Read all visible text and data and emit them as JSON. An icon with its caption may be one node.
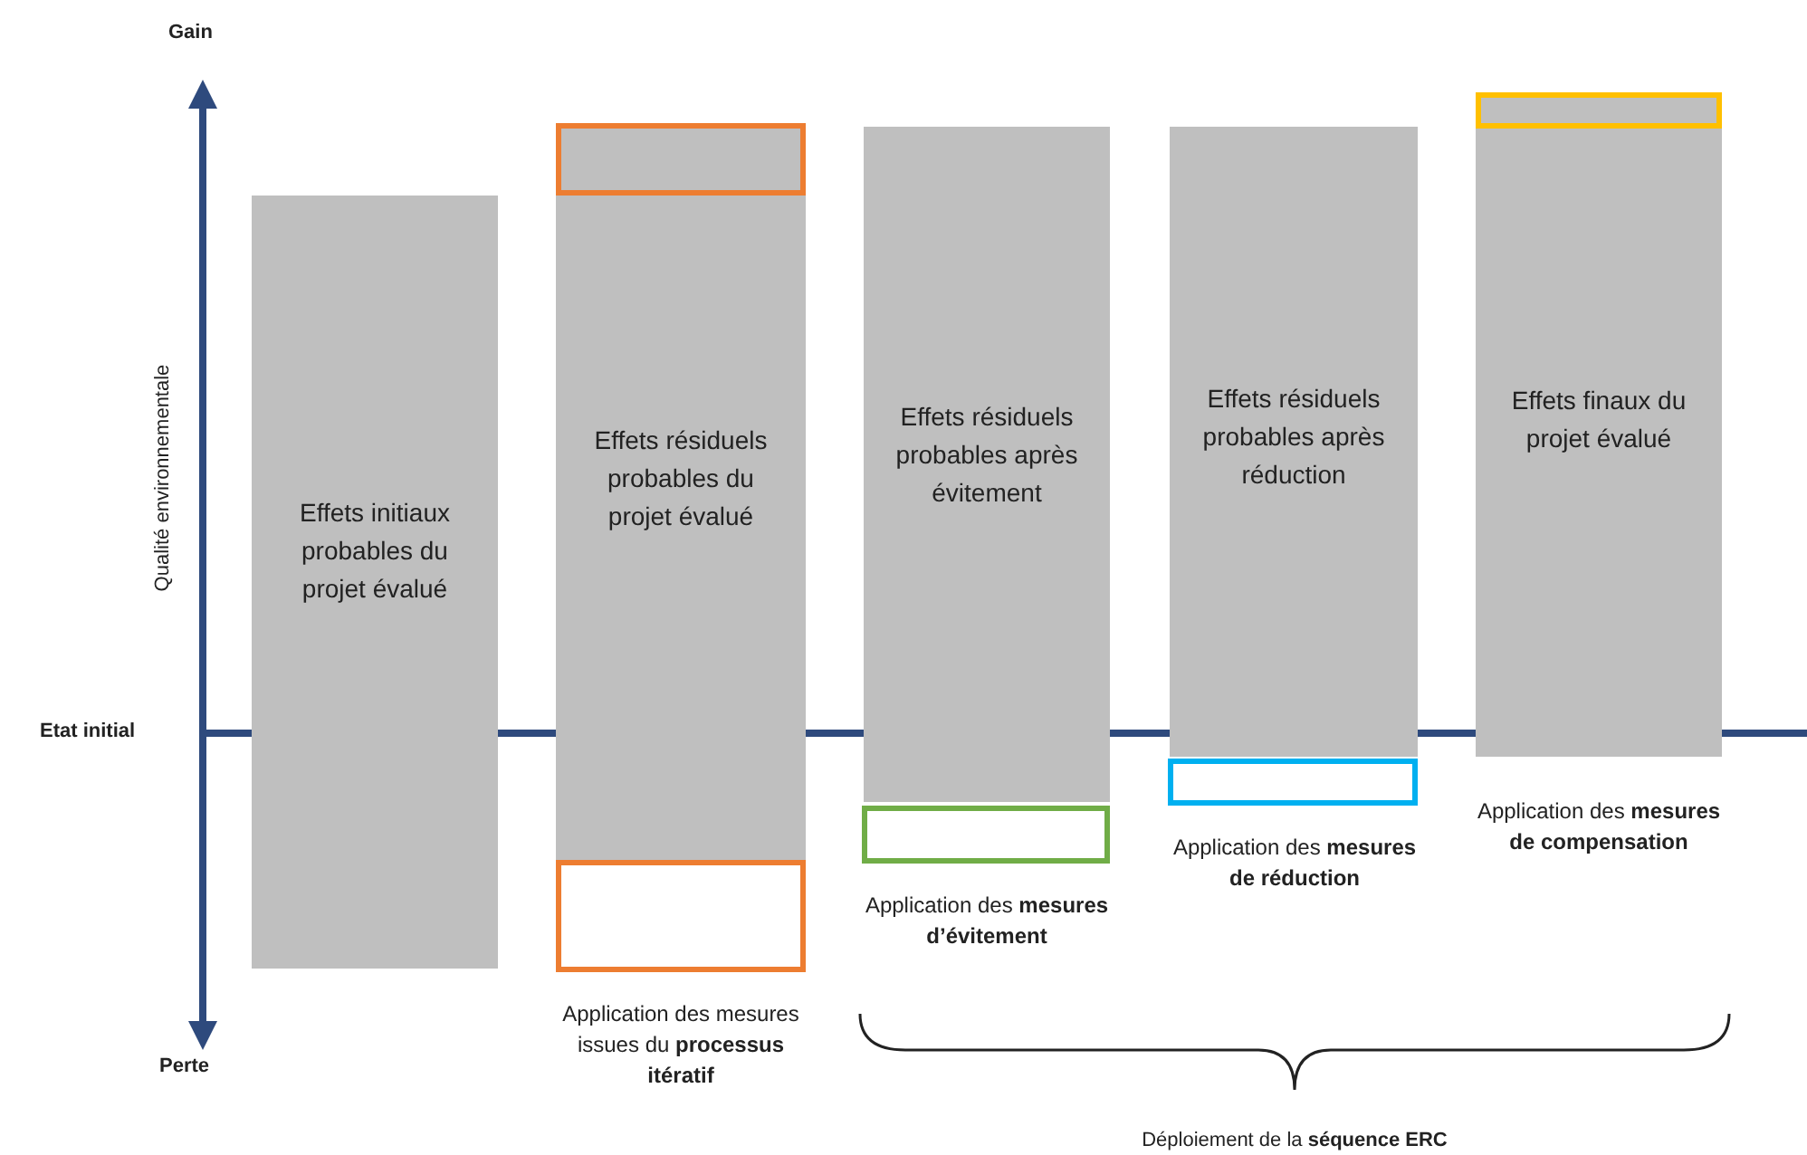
{
  "diagram": {
    "nodes": [
      {
        "text": [
          "Effets initiaux probables du projet évalué"
        ]
      },
      {
        "text": [
          "Effets résiduels probables du projet évalué"
        ]
      },
      {
        "text": [],
        "shape": "box",
        "in": 1
      },
      {
        "text": [],
        "shape": "box",
        "beside": [
          "Application des mesures issues du **processus itératif**"
        ]
      },
      {
        "text": [
          "Effets résiduels probables après évitement"
        ]
      },
      {
        "text": [],
        "shape": "box",
        "beside": [
          "Application des **mesures d’évitement**"
        ]
      },
      {
        "text": [
          "Effets résiduels probables après réduction"
        ]
      },
      {
        "text": [],
        "shape": "box",
        "beside": [
          "Application des **mesures de réduction**"
        ]
      },
      {
        "text": [
          "Effets finaux du projet évalué"
        ]
      },
      {
        "text": [],
        "shape": "box",
        "in": 8
      }
    ],
    "labels": [
      "Gain",
      "Qualité environnementale",
      "Etat initial",
      "Perte",
      "Application des **mesures de compensation**",
      "Déploiement  de la **séquence ERC**"
    ]
  }
}
